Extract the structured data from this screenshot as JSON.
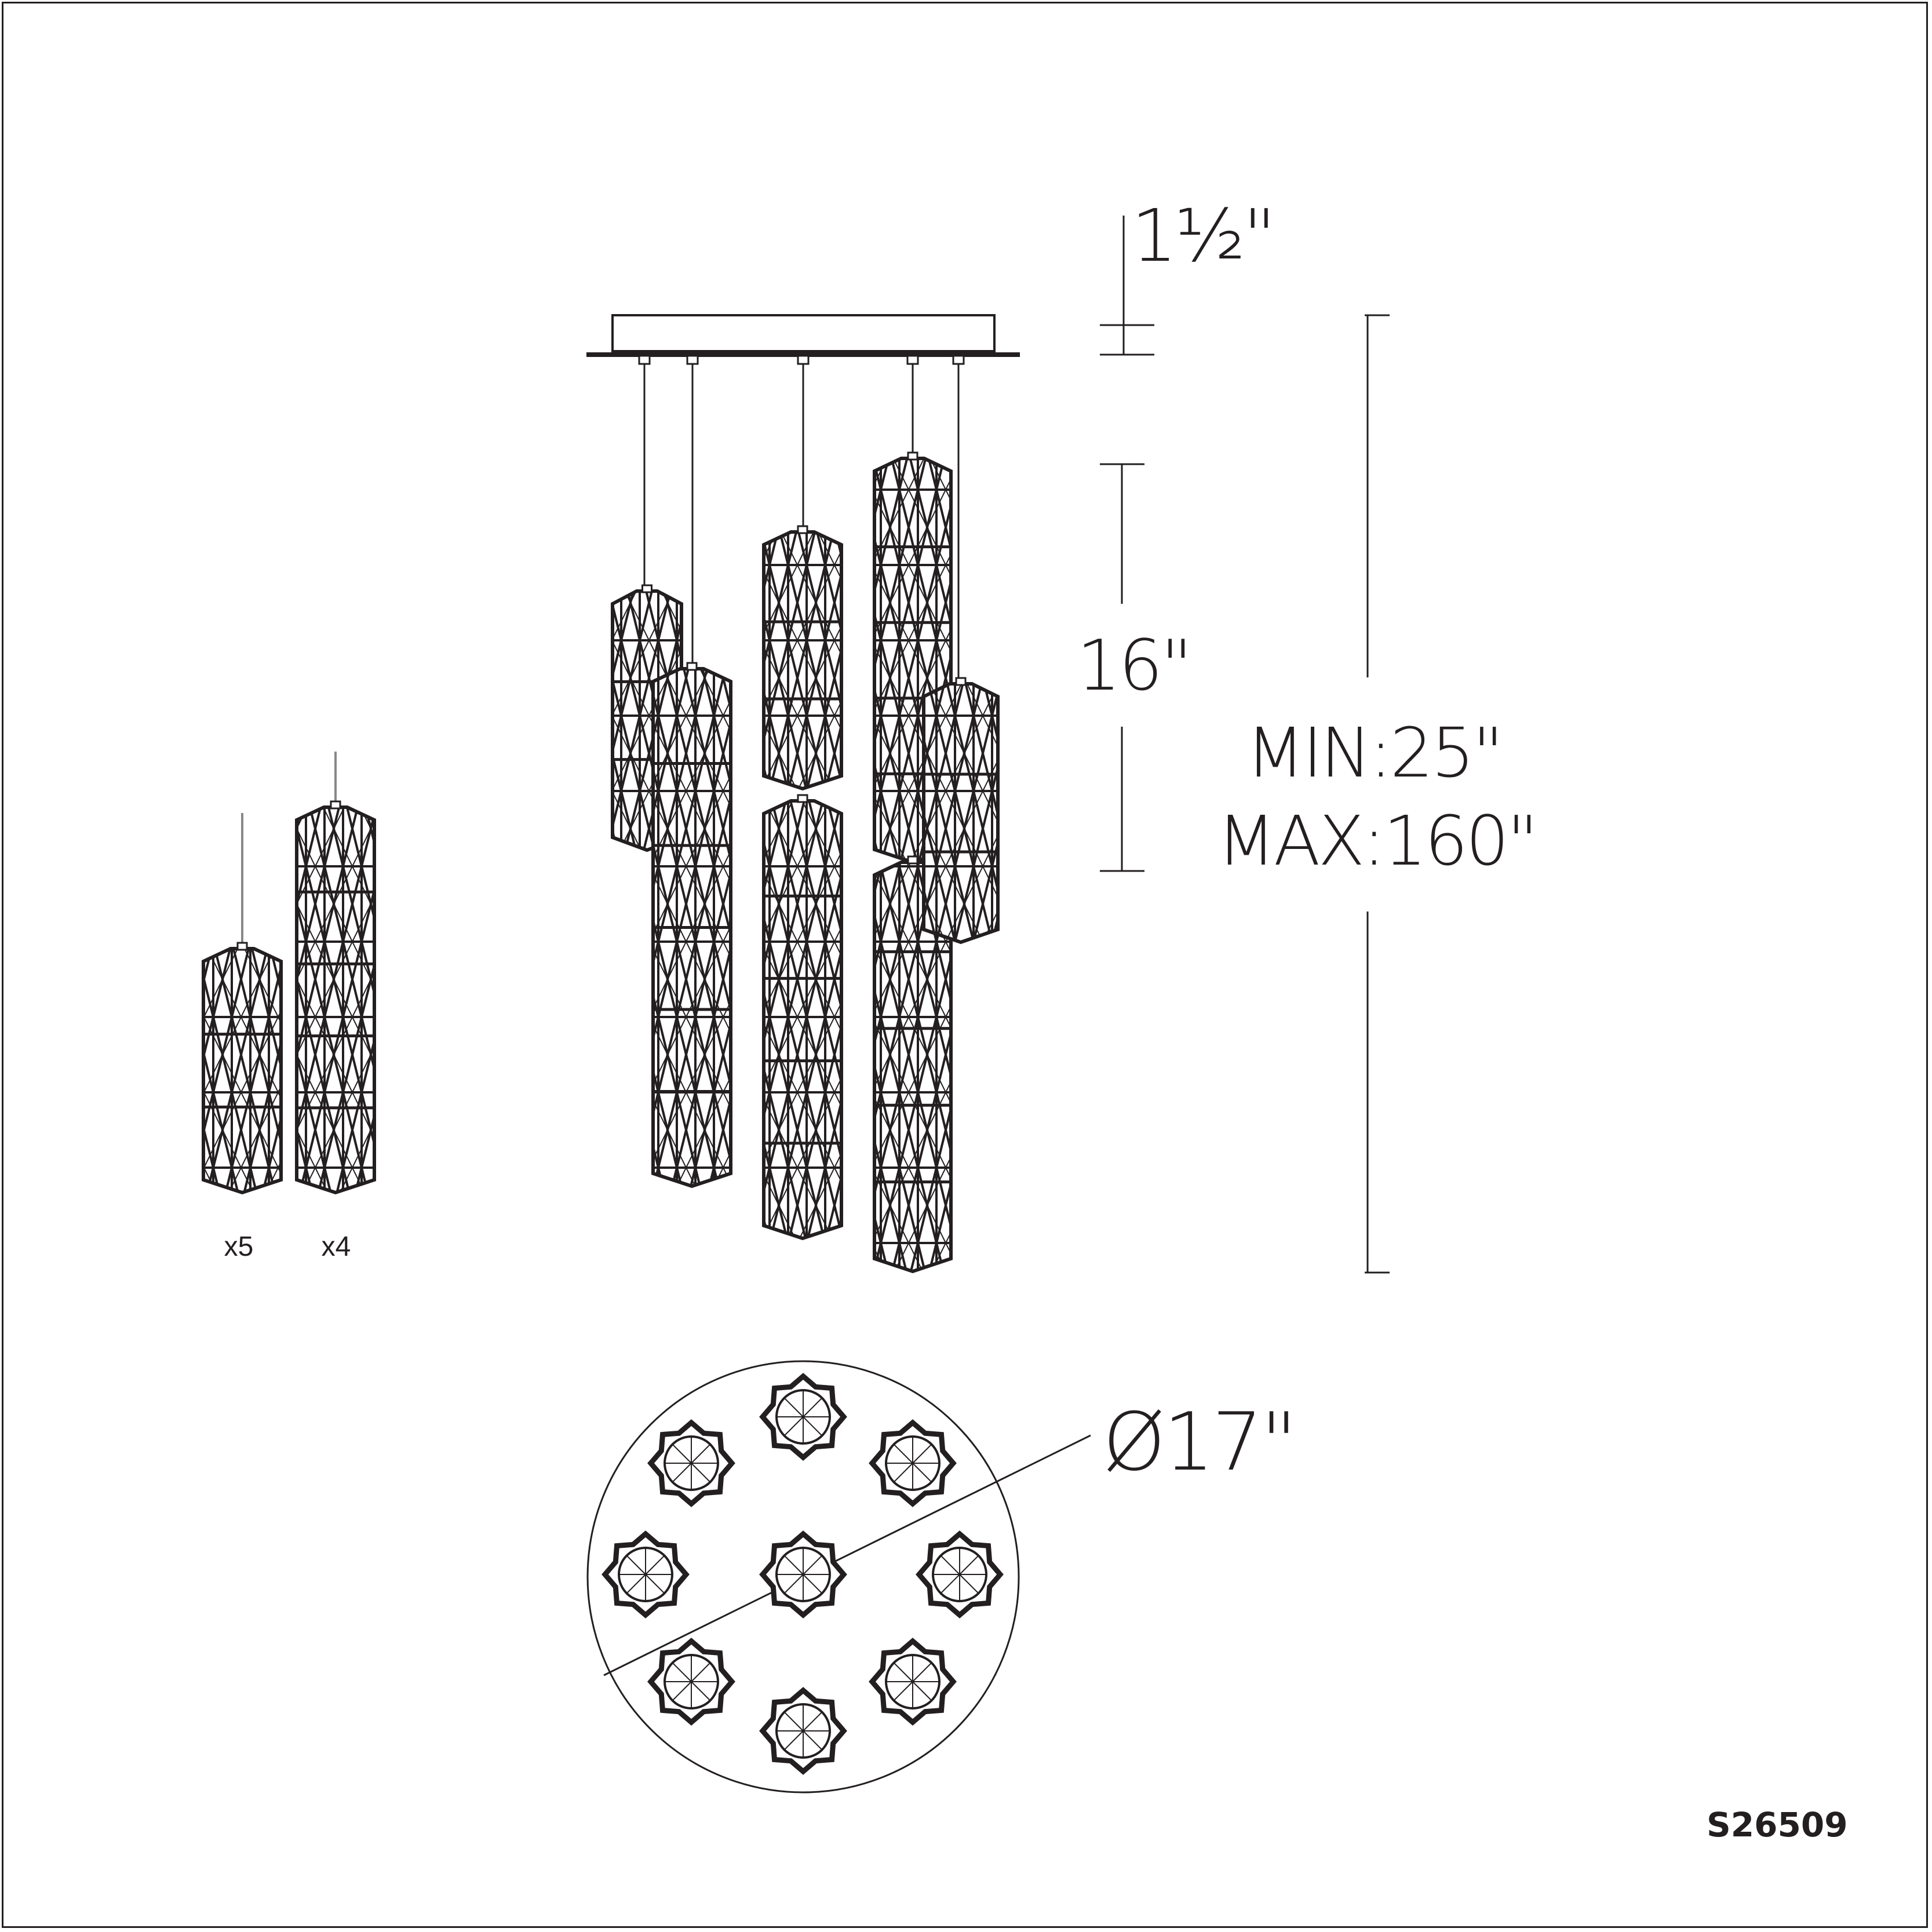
{
  "dimensions": {
    "canopy_height": "1½\"",
    "shade_height": "16\"",
    "overall_min": "MIN:25\"",
    "overall_max": "MAX:160\"",
    "diameter": "Ø17\""
  },
  "pendant_options": [
    {
      "label": "x5"
    },
    {
      "label": "x4"
    }
  ],
  "model_number": "S26509",
  "colors": {
    "line": "#231f20",
    "background": "#ffffff"
  }
}
